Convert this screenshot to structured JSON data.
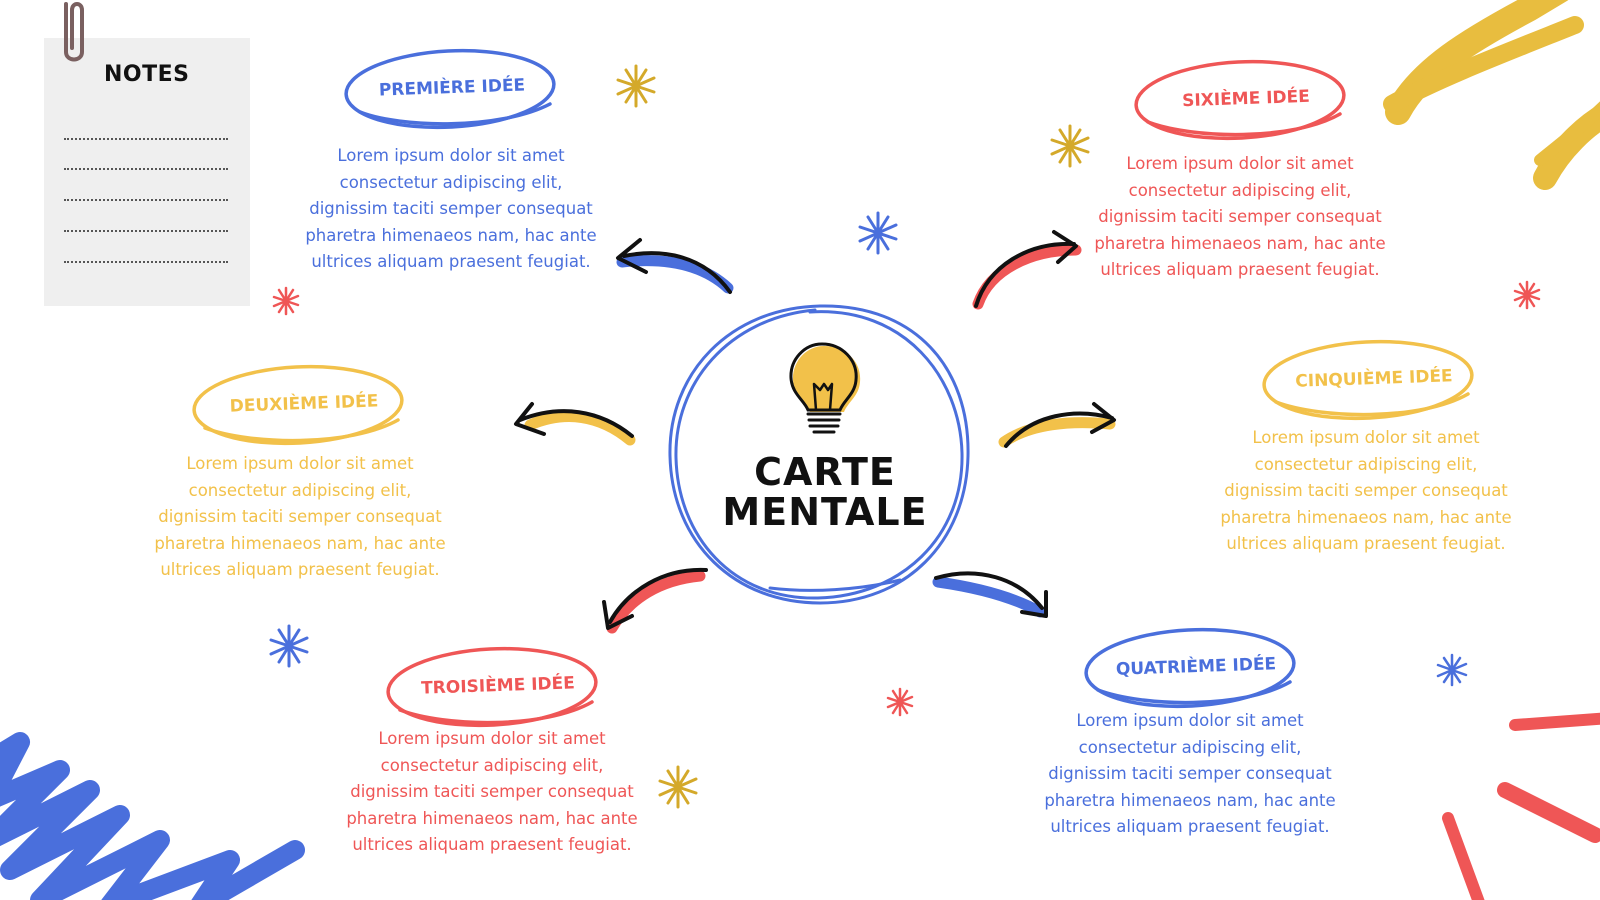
{
  "colors": {
    "blue": "#4a6fdc",
    "yellow": "#f2c14a",
    "red": "#ef5656",
    "ink": "#111111",
    "notes_bg": "#efefef"
  },
  "notes": {
    "title": "NOTES",
    "line_count": 5,
    "icon": "paperclip-icon"
  },
  "center": {
    "title": "CARTE\nMENTALE",
    "icon": "lightbulb-icon"
  },
  "ideas": [
    {
      "title": "PREMIÈRE IDÉE",
      "color": "#4a6fdc",
      "text": "Lorem ipsum dolor sit amet\nconsectetur adipiscing elit,\ndignissim taciti semper consequat\npharetra himenaeos nam, hac ante\nultrices aliquam praesent feugiat."
    },
    {
      "title": "DEUXIÈME IDÉE",
      "color": "#f2c14a",
      "text": "Lorem ipsum dolor sit amet\nconsectetur adipiscing elit,\ndignissim taciti semper consequat\npharetra himenaeos nam, hac ante\nultrices aliquam praesent feugiat."
    },
    {
      "title": "TROISIÈME IDÉE",
      "color": "#ef5656",
      "text": "Lorem ipsum dolor sit amet\nconsectetur adipiscing elit,\ndignissim taciti semper consequat\npharetra himenaeos nam, hac ante\nultrices aliquam praesent feugiat."
    },
    {
      "title": "QUATRIÈME IDÉE",
      "color": "#4a6fdc",
      "text": "Lorem ipsum dolor sit amet\nconsectetur adipiscing elit,\ndignissim taciti semper consequat\npharetra himenaeos nam, hac ante\nultrices aliquam praesent feugiat."
    },
    {
      "title": "CINQUIÈME IDÉE",
      "color": "#f2c14a",
      "text": "Lorem ipsum dolor sit amet\nconsectetur adipiscing elit,\ndignissim taciti semper consequat\npharetra himenaeos nam, hac ante\nultrices aliquam praesent feugiat."
    },
    {
      "title": "SIXIÈME IDÉE",
      "color": "#ef5656",
      "text": "Lorem ipsum dolor sit amet\nconsectetur adipiscing elit,\ndignissim taciti semper consequat\npharetra himenaeos nam, hac ante\nultrices aliquam praesent feugiat."
    }
  ]
}
